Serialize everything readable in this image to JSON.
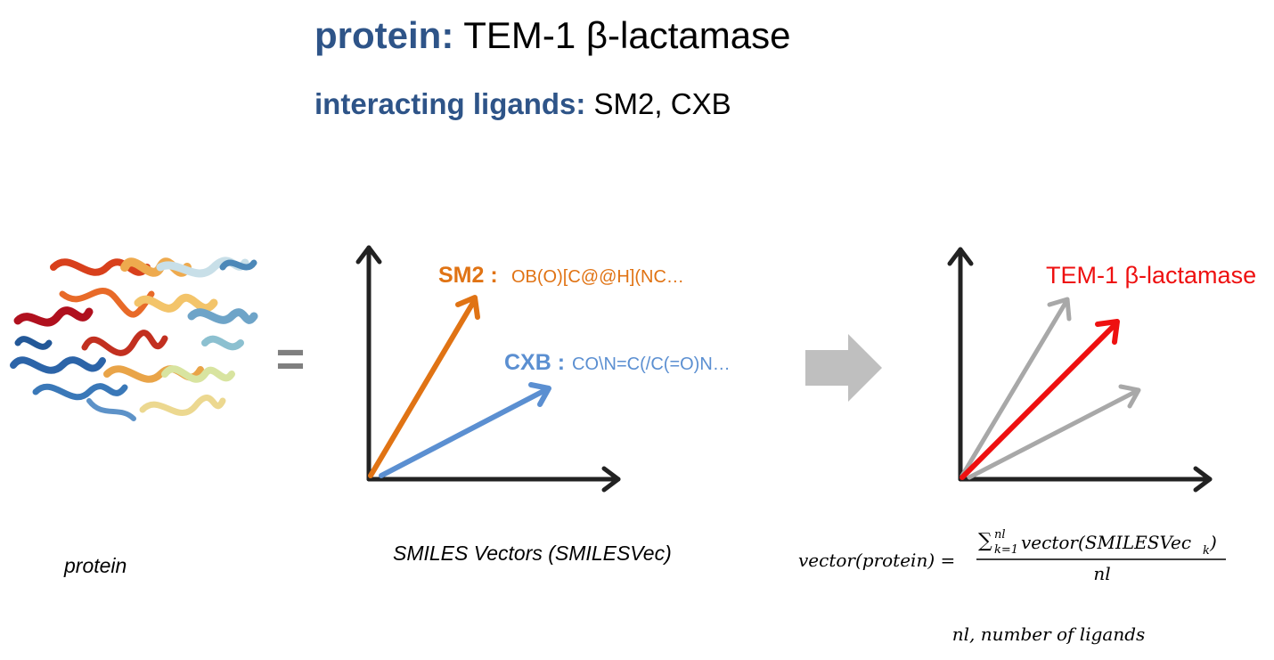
{
  "header": {
    "protein_key": "protein:",
    "protein_value": "TEM-1 β-lactamase",
    "ligands_key": "interacting ligands:",
    "ligands_value": "SM2, CXB"
  },
  "left": {
    "equals_sign": "=",
    "caption": "protein"
  },
  "middle": {
    "sm2_name": "SM2 :",
    "sm2_smiles": "OB(O)[C@@H](NC…",
    "cxb_name": "CXB :",
    "cxb_smiles": "CO\\N=C(/C(=O)N…",
    "caption": "SMILES Vectors (SMILESVec)"
  },
  "right": {
    "result_label": "TEM-1 β-lactamase",
    "formula_lhs": "vector(protein) =",
    "formula_sum": "∑",
    "formula_sub": "k=1",
    "formula_sup": "nl",
    "formula_term": "vector(SMILESVec",
    "formula_term_sub": "k",
    "formula_term_close": ")",
    "formula_denominator": "nl",
    "note": "nl, number of ligands"
  },
  "colors": {
    "heading_blue": "#2e5488",
    "sm2_orange": "#e07314",
    "cxb_blue": "#5b8fd1",
    "result_red": "#ee1010",
    "neutral_gray": "#a8a8a8",
    "axis": "#222222"
  },
  "icons": {
    "protein_structure": "protein-ribbon-icon",
    "transform_arrow": "right-arrow-icon"
  }
}
